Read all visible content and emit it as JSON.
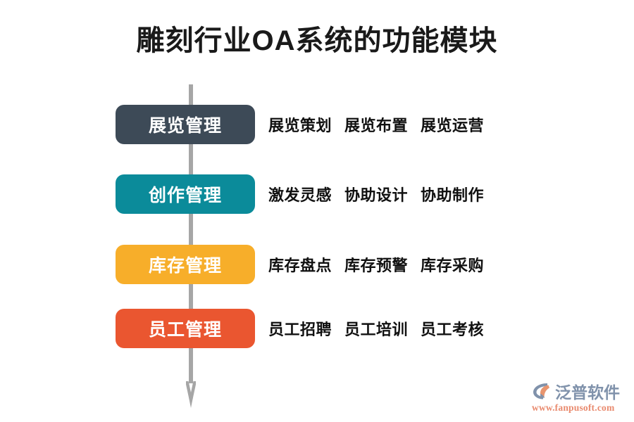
{
  "page": {
    "title": "雕刻行业OA系统的功能模块",
    "background_color": "#ffffff",
    "title_color": "#1a1a1a"
  },
  "arrow": {
    "name": "flow-down-arrow",
    "color": "#a6a6a6",
    "direction": "down"
  },
  "rows": [
    {
      "category": "展览管理",
      "color": "#3d4a57",
      "items": [
        "展览策划",
        "展览布置",
        "展览运营"
      ]
    },
    {
      "category": "创作管理",
      "color": "#0b8b9a",
      "items": [
        "激发灵感",
        "协助设计",
        "协助制作"
      ]
    },
    {
      "category": "库存管理",
      "color": "#f7ae2a",
      "items": [
        "库存盘点",
        "库存预警",
        "库存采购"
      ]
    },
    {
      "category": "员工管理",
      "color": "#ea5630",
      "items": [
        "员工招聘",
        "员工培训",
        "员工考核"
      ]
    }
  ],
  "logo": {
    "name": "泛普软件",
    "url": "www.fanpusoft.com",
    "name_color": "#8092ab",
    "url_color": "#e98a6e",
    "mark_color_primary": "#8092ab",
    "mark_color_accent": "#e8956f"
  }
}
